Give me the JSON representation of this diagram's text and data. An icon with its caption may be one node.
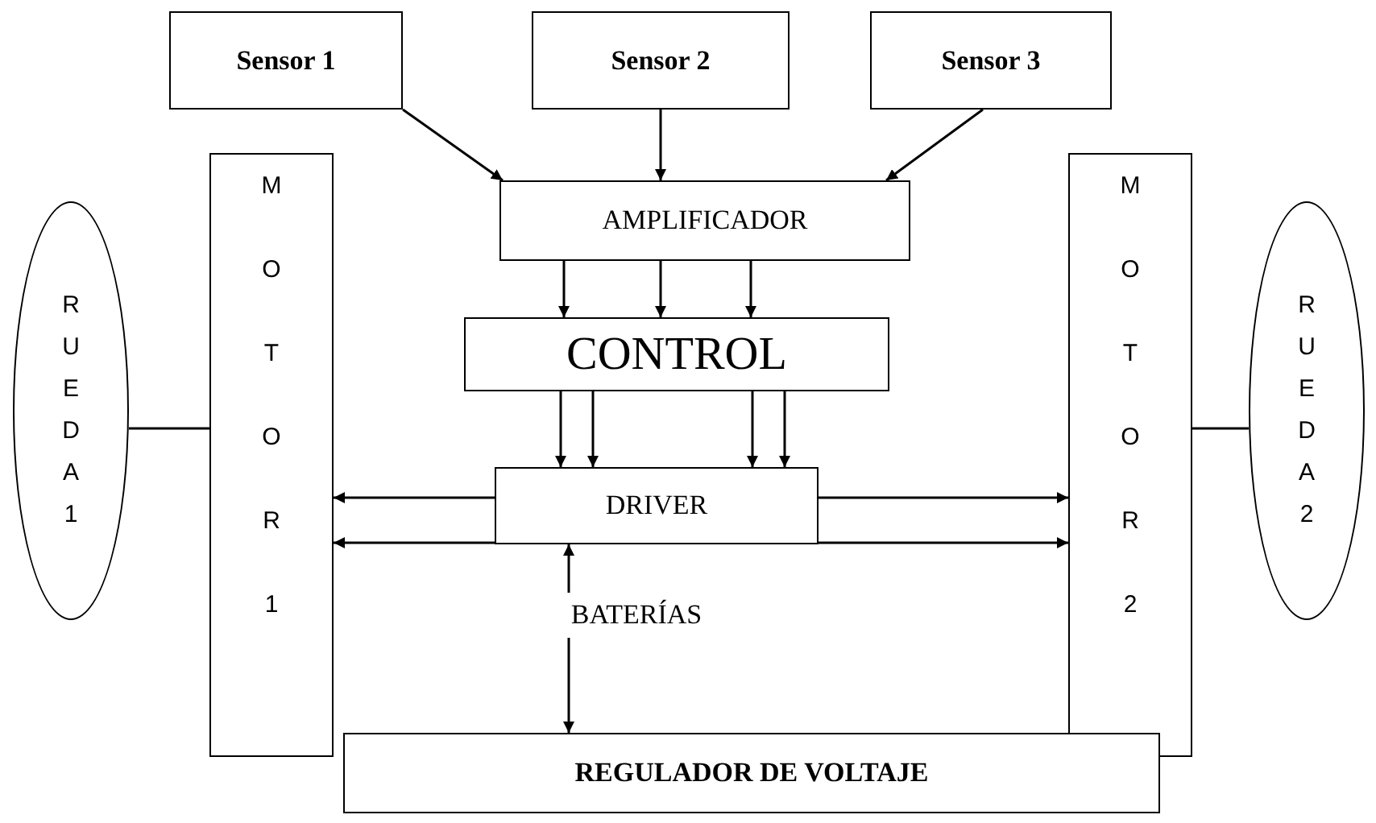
{
  "diagram": {
    "nodes": [
      {
        "text": [
          "Sensor 1"
        ]
      },
      {
        "text": [
          "Sensor 2"
        ]
      },
      {
        "text": [
          "Sensor 3"
        ]
      },
      {
        "text": [
          "AMPLIFICADOR"
        ]
      },
      {
        "text": [
          "CONTROL"
        ]
      },
      {
        "text": [
          "DRIVER"
        ]
      },
      {
        "text": [
          "M O T O R 1"
        ]
      },
      {
        "text": [
          "M O T O R 2"
        ]
      },
      {
        "text": [
          "R U E D A 1"
        ]
      },
      {
        "text": [
          "R U E D A 2"
        ]
      },
      {
        "text": [
          "BATERÍAS"
        ]
      },
      {
        "text": [
          "REGULADOR DE VOLTAJE"
        ]
      }
    ],
    "edges": [
      {
        "from": 0,
        "to": 3,
        "arrow": "to"
      },
      {
        "from": 1,
        "to": 3,
        "arrow": "to"
      },
      {
        "from": 2,
        "to": 3,
        "arrow": "to"
      },
      {
        "from": 3,
        "to": 4,
        "arrow": "to"
      },
      {
        "from": 3,
        "to": 4,
        "arrow": "to"
      },
      {
        "from": 3,
        "to": 4,
        "arrow": "to"
      },
      {
        "from": 4,
        "to": 5,
        "arrow": "to"
      },
      {
        "from": 4,
        "to": 5,
        "arrow": "to"
      },
      {
        "from": 4,
        "to": 5,
        "arrow": "to"
      },
      {
        "from": 4,
        "to": 5,
        "arrow": "to"
      },
      {
        "from": 5,
        "to": 6,
        "arrow": "to"
      },
      {
        "from": 5,
        "to": 6,
        "arrow": "to"
      },
      {
        "from": 5,
        "to": 7,
        "arrow": "to"
      },
      {
        "from": 5,
        "to": 7,
        "arrow": "to"
      },
      {
        "from": 8,
        "to": 6,
        "arrow": "none"
      },
      {
        "from": 9,
        "to": 7,
        "arrow": "none"
      },
      {
        "from": 10,
        "to": 5,
        "arrow": "to"
      },
      {
        "from": 10,
        "to": 11,
        "arrow": "to"
      }
    ]
  }
}
